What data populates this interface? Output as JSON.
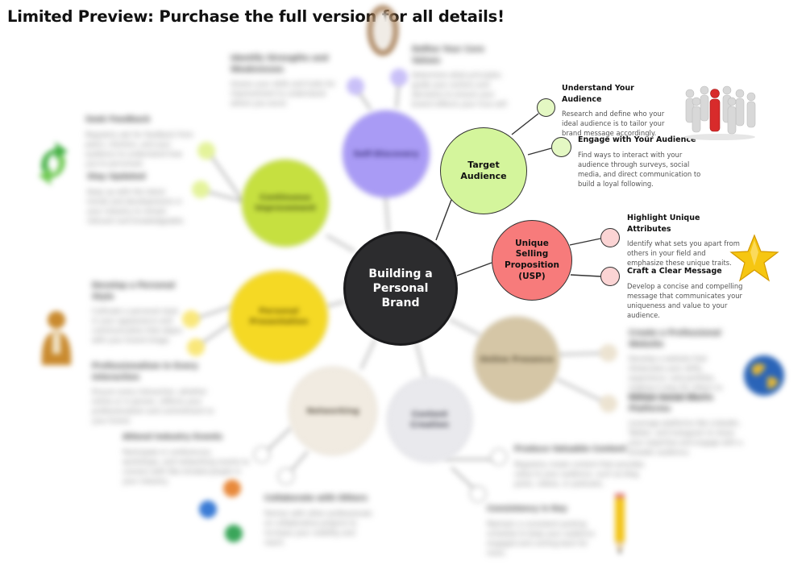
{
  "banner": "Limited Preview: Purchase the full version for all details!",
  "center": {
    "label": "Building a Personal Brand",
    "color": "#2c2c2e"
  },
  "branches": {
    "target_audience": {
      "label": "Target Audience",
      "color": "#d4f59c",
      "items": [
        {
          "title": "Understand Your Audience",
          "text": "Research and define who your ideal audience is to tailor your brand message accordingly."
        },
        {
          "title": "Engage with Your Audience",
          "text": "Find ways to interact with your audience through surveys, social media, and direct communication to build a loyal following."
        }
      ]
    },
    "usp": {
      "label": "Unique Selling Proposition (USP)",
      "color": "#f77b7b",
      "items": [
        {
          "title": "Highlight Unique Attributes",
          "text": "Identify what sets you apart from others in your field and emphasize these unique traits."
        },
        {
          "title": "Craft a Clear Message",
          "text": "Develop a concise and compelling message that communicates your uniqueness and value to your audience."
        }
      ]
    },
    "self_discovery": {
      "label": "Self-Discovery",
      "color": "#a99bf5",
      "items": [
        {
          "title": "Identify Strengths and Weaknesses",
          "text": "Assess your skills and traits for improvement to understand where you excel."
        },
        {
          "title": "Define Your Core Values",
          "text": "Determine what principles guide your actions and decisions to ensure your brand reflects your true self."
        }
      ]
    },
    "continuous_improvement": {
      "label": "Continuous Improvement",
      "color": "#c6e040",
      "items": [
        {
          "title": "Seek Feedback",
          "text": "Regularly ask for feedback from peers, mentors, and your audience to understand how you're perceived."
        },
        {
          "title": "Stay Updated",
          "text": "Keep up with the latest trends and developments in your industry to remain relevant and knowledgeable."
        }
      ]
    },
    "personal_presentation": {
      "label": "Personal Presentation",
      "color": "#f5d924",
      "items": [
        {
          "title": "Develop a Personal Style",
          "text": "Cultivate a personal style in your appearance and communication that aligns with your brand image."
        },
        {
          "title": "Professionalism in Every Interaction",
          "text": "Ensure every interaction, whether online or in person, reflects your professionalism and commitment to your brand."
        }
      ]
    },
    "networking": {
      "label": "Networking",
      "color": "#f1ebe1",
      "items": [
        {
          "title": "Attend Industry Events",
          "text": "Participate in conferences, workshops, and networking events to connect with like-minded people in your industry."
        },
        {
          "title": "Collaborate with Others",
          "text": "Partner with other professionals on collaborative projects to increase your visibility and reach."
        }
      ]
    },
    "content_creation": {
      "label": "Content Creation",
      "color": "#e9e9ed",
      "items": [
        {
          "title": "Produce Valuable Content",
          "text": "Regularly create content that provides value to your audience, such as blog posts, videos, or podcasts."
        },
        {
          "title": "Consistency is Key",
          "text": "Maintain a consistent posting schedule to keep your audience engaged and coming back for more."
        }
      ]
    },
    "online_presence": {
      "label": "Online Presence",
      "color": "#d5c6a6",
      "items": [
        {
          "title": "Create a Professional Website",
          "text": "Develop a website that showcases your skills, experience, and portfolio, making it easy for others to find and contact you."
        },
        {
          "title": "Utilize Social Media Platforms",
          "text": "Leverage platforms like LinkedIn, Twitter, and Instagram to share your expertise and engage with a broader audience."
        }
      ]
    }
  }
}
